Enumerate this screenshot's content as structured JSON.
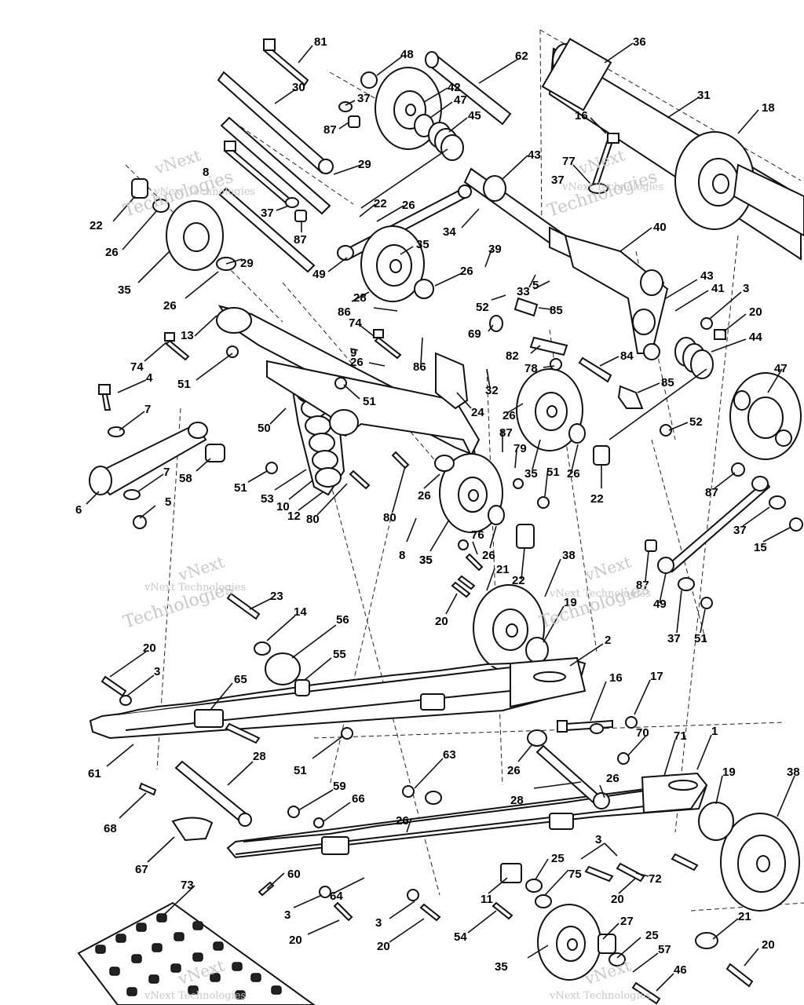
{
  "watermark": {
    "line1": "vNext",
    "line2": "Technologies",
    "line3": "vNext Technologies"
  },
  "callouts": [
    "81",
    "48",
    "30",
    "62",
    "36",
    "42",
    "37",
    "47",
    "45",
    "87",
    "16",
    "31",
    "18",
    "8",
    "29",
    "43",
    "77",
    "37",
    "22",
    "26",
    "22",
    "37",
    "87",
    "34",
    "40",
    "26",
    "35",
    "29",
    "49",
    "35",
    "39",
    "26",
    "5",
    "33",
    "43",
    "41",
    "3",
    "35",
    "26",
    "28",
    "86",
    "52",
    "85",
    "20",
    "13",
    "74",
    "9",
    "69",
    "44",
    "74",
    "26",
    "86",
    "82",
    "78",
    "84",
    "4",
    "51",
    "51",
    "24",
    "32",
    "47",
    "85",
    "7",
    "50",
    "26",
    "87",
    "52",
    "79",
    "35",
    "51",
    "26",
    "6",
    "7",
    "58",
    "51",
    "53",
    "10",
    "12",
    "80",
    "80",
    "22",
    "87",
    "5",
    "26",
    "8",
    "35",
    "76",
    "26",
    "37",
    "15",
    "21",
    "22",
    "38",
    "87",
    "49",
    "20",
    "23",
    "14",
    "56",
    "19",
    "37",
    "51",
    "20",
    "3",
    "65",
    "55",
    "2",
    "16",
    "17",
    "61",
    "51",
    "28",
    "26",
    "70",
    "71",
    "1",
    "63",
    "19",
    "38",
    "59",
    "66",
    "28",
    "26",
    "68",
    "26",
    "67",
    "60",
    "25",
    "3",
    "3",
    "64",
    "11",
    "75",
    "72",
    "20",
    "20",
    "73",
    "54",
    "3",
    "20",
    "27",
    "25",
    "21",
    "20",
    "57",
    "35",
    "46"
  ]
}
